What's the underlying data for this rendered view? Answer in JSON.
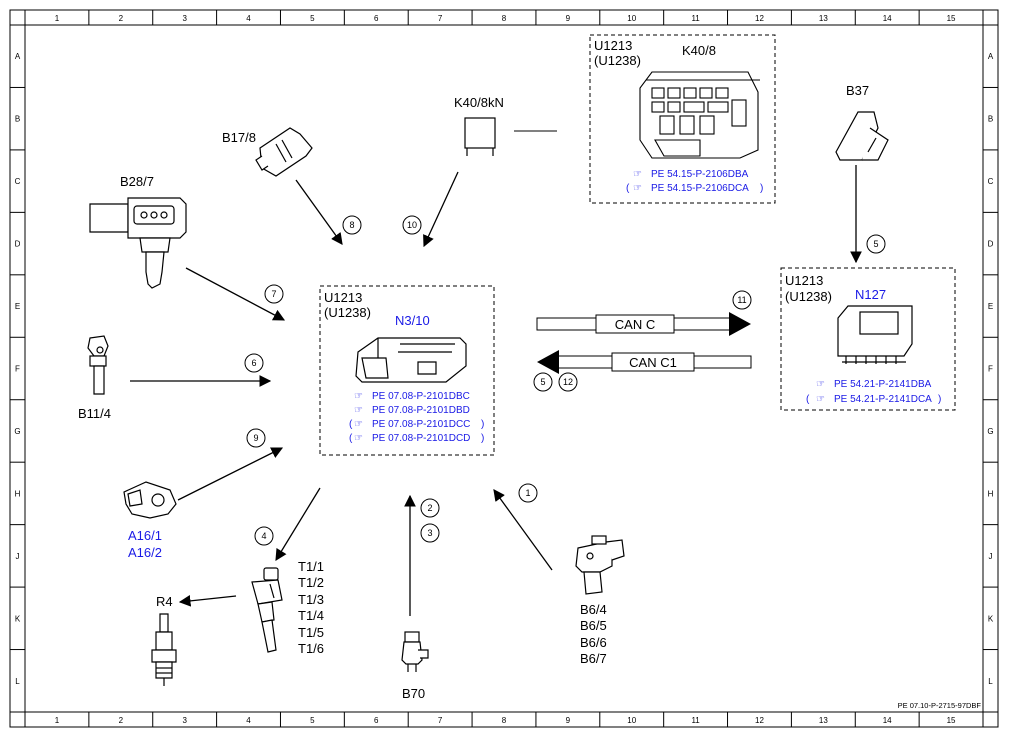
{
  "grid": {
    "columns": [
      "1",
      "2",
      "3",
      "4",
      "5",
      "6",
      "7",
      "8",
      "9",
      "10",
      "11",
      "12",
      "13",
      "14",
      "15"
    ],
    "rows": [
      "A",
      "B",
      "C",
      "D",
      "E",
      "F",
      "G",
      "H",
      "J",
      "K",
      "L"
    ]
  },
  "footer": "PE 07.10-P-2715-97DBF",
  "center_unit": {
    "title_line1": "U1213",
    "title_line2": "(U1238)",
    "name": "N3/10",
    "refs": [
      "PE 07.08-P-2101DBC",
      "PE 07.08-P-2101DBD",
      "PE 07.08-P-2101DCC",
      "PE 07.08-P-2101DCD"
    ]
  },
  "right_unit": {
    "title_line1": "U1213",
    "title_line2": "(U1238)",
    "name": "N127",
    "refs": [
      "PE 54.21-P-2141DBA",
      "PE 54.21-P-2141DCA"
    ]
  },
  "relay_unit": {
    "title_line1": "U1213",
    "title_line2": "(U1238)",
    "name": "K40/8",
    "refs": [
      "PE 54.15-P-2106DBA",
      "PE 54.15-P-2106DCA"
    ]
  },
  "components": {
    "k40_8kn": "K40/8kN",
    "b37": "B37",
    "b17_8": "B17/8",
    "b28_7": "B28/7",
    "b11_4": "B11/4",
    "a16_1": "A16/1",
    "a16_2": "A16/2",
    "r4": "R4",
    "b70": "B70",
    "t_coils": [
      "T1/1",
      "T1/2",
      "T1/3",
      "T1/4",
      "T1/5",
      "T1/6"
    ],
    "b6_sensors": [
      "B6/4",
      "B6/5",
      "B6/6",
      "B6/7"
    ]
  },
  "bus": {
    "can_c": "CAN C",
    "can_c1": "CAN C1"
  },
  "signals": [
    "1",
    "2",
    "3",
    "4",
    "5",
    "5",
    "6",
    "7",
    "8",
    "9",
    "10",
    "11",
    "12"
  ]
}
